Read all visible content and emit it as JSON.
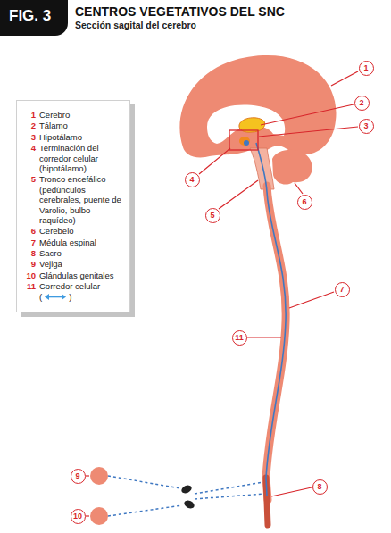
{
  "diagram": {
    "title": "CENTROS VEGETATIVOS DEL SNC",
    "nodes": [
      {
        "text": [
          "FIG. 3"
        ]
      },
      {
        "text": [
          "1",
          "Cerebro",
          "2",
          "Tálamo",
          "3",
          "Hipotálamo",
          "4",
          "Terminación del corredor celular (hipotálamo)",
          "5",
          "Tronco encefálico (pedúnculos cerebrales, puente de Varolio, bulbo raquídeo)",
          "6",
          "Cerebelo",
          "7",
          "Médula espinal",
          "8",
          "Sacro",
          "9",
          "Vejiga",
          "10",
          "Glándulas genitales",
          "11",
          "Corredor celular",
          "(",
          ")"
        ]
      }
    ],
    "labels": [
      "Sección sagital del cerebro",
      "1",
      "2",
      "3",
      "4",
      "5",
      "6",
      "7",
      "11",
      "8",
      "9",
      "10"
    ]
  }
}
